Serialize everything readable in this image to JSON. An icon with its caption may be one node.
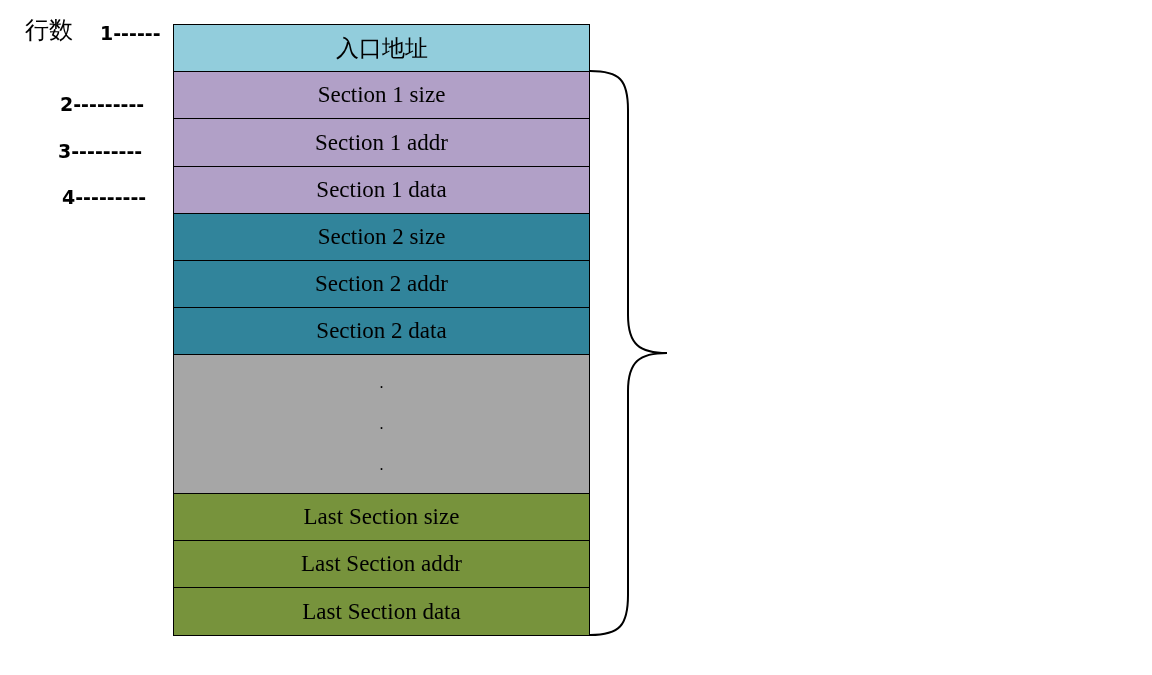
{
  "diagram": {
    "nodes": [
      {
        "text": [
          "入口地址"
        ]
      },
      {
        "text": [
          "Section 1 size"
        ]
      },
      {
        "text": [
          "Section 1 addr"
        ]
      },
      {
        "text": [
          "Section 1 data"
        ]
      },
      {
        "text": [
          "Section 2 size"
        ]
      },
      {
        "text": [
          "Section 2 addr"
        ]
      },
      {
        "text": [
          "Section 2 data"
        ]
      },
      {
        "text": [
          ".",
          ".",
          "."
        ]
      },
      {
        "text": [
          "Last Section size"
        ]
      },
      {
        "text": [
          "Last Section addr"
        ]
      },
      {
        "text": [
          "Last Section data"
        ]
      }
    ],
    "labels": [
      "行数",
      "1------",
      "2---------",
      "3---------",
      "4---------"
    ]
  }
}
